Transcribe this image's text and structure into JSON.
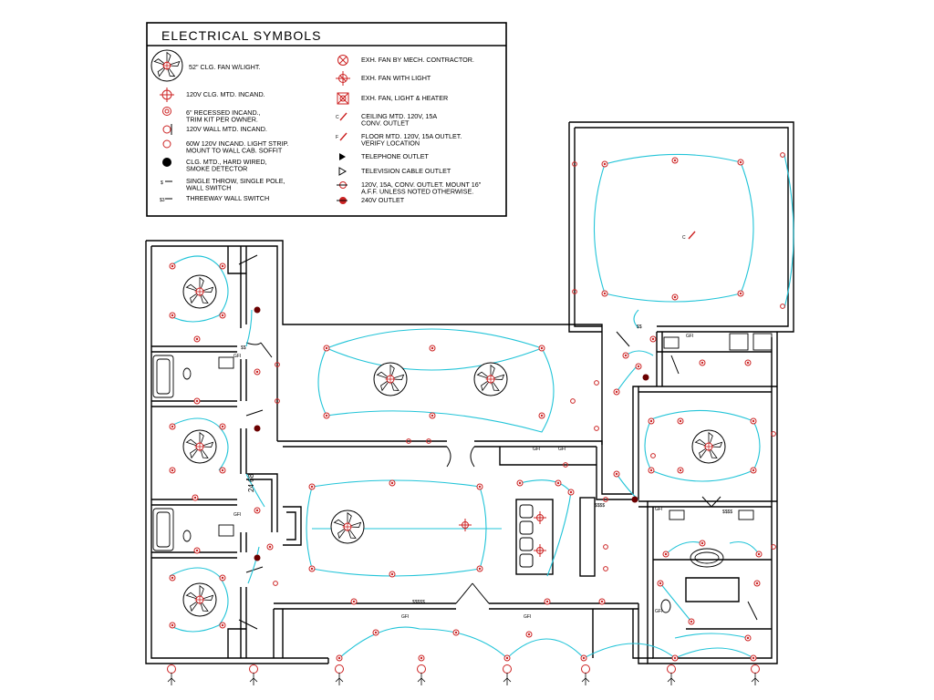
{
  "legend": {
    "title": "ELECTRICAL SYMBOLS",
    "items_left": [
      {
        "icon": "ceiling-fan-light-icon",
        "text": [
          "52\" CLG. FAN W/LIGHT."
        ]
      },
      {
        "icon": "ceiling-incandescent-icon",
        "text": [
          "120V CLG. MTD. INCAND."
        ]
      },
      {
        "icon": "recessed-light-icon",
        "text": [
          "6\" RECESSED INCAND.,",
          "TRIM KIT PER OWNER."
        ]
      },
      {
        "icon": "wall-light-icon",
        "text": [
          "120V WALL MTD. INCAND."
        ]
      },
      {
        "icon": "light-strip-icon",
        "text": [
          "60W 120V INCAND. LIGHT STRIP.",
          "MOUNT TO WALL CAB. SOFFIT"
        ]
      },
      {
        "icon": "smoke-detector-icon",
        "text": [
          "CLG. MTD., HARD WIRED,",
          "SMOKE DETECTOR"
        ]
      },
      {
        "icon": "single-switch-icon",
        "text": [
          "SINGLE THROW, SINGLE POLE,",
          "WALL SWITCH"
        ]
      },
      {
        "icon": "threeway-switch-icon",
        "text": [
          "THREEWAY WALL SWITCH"
        ]
      }
    ],
    "items_right": [
      {
        "icon": "exhaust-fan-icon",
        "text": [
          "EXH. FAN BY MECH. CONTRACTOR."
        ]
      },
      {
        "icon": "exhaust-fan-light-icon",
        "text": [
          "EXH. FAN WITH LIGHT"
        ]
      },
      {
        "icon": "exhaust-fan-heater-icon",
        "text": [
          "EXH. FAN, LIGHT & HEATER"
        ]
      },
      {
        "icon": "ceiling-outlet-icon",
        "text": [
          "CEILING MTD. 120V, 15A",
          "CONV. OUTLET"
        ]
      },
      {
        "icon": "floor-outlet-icon",
        "text": [
          "FLOOR MTD. 120V, 15A OUTLET.",
          "VERIFY LOCATION"
        ]
      },
      {
        "icon": "telephone-outlet-icon",
        "text": [
          "TELEPHONE OUTLET"
        ]
      },
      {
        "icon": "tv-outlet-icon",
        "text": [
          "TELEVISION CABLE OUTLET"
        ]
      },
      {
        "icon": "convenience-outlet-icon",
        "text": [
          "120V, 15A, CONV. OUTLET. MOUNT 16\"",
          "A.F.F. UNLESS NOTED OTHERWISE."
        ]
      },
      {
        "icon": "240v-outlet-icon",
        "text": [
          "240V OUTLET"
        ]
      }
    ]
  },
  "plan": {
    "dimension_label": "24 68",
    "switch_labels": [
      "$$",
      "$$",
      "$$$$$",
      "$$$$",
      "$$$$"
    ],
    "tag_labels": [
      "GFI",
      "GFI",
      "GFI",
      "GFI",
      "GFI",
      "GFI",
      "GFI",
      "GFI",
      "GFI"
    ],
    "outlet_tag": "C"
  },
  "colors": {
    "wall": "#000000",
    "circuit": "#22c4d8",
    "fixture": "#cc2222",
    "legend_border": "#000000"
  }
}
